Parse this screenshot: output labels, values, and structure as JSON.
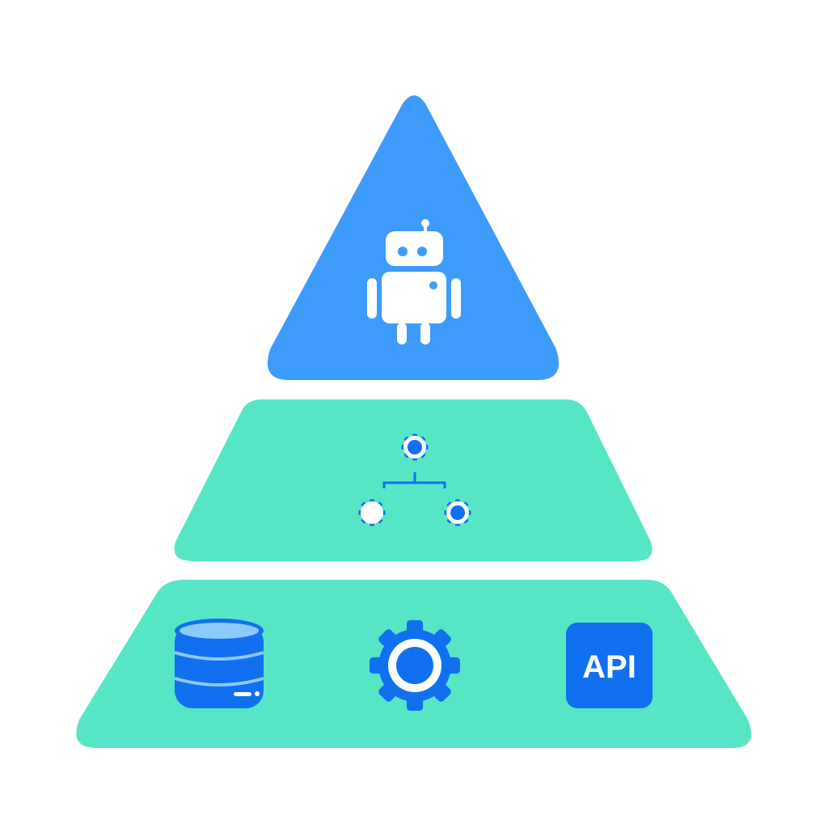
{
  "diagram": {
    "layers": [
      {
        "id": "top",
        "icons": [
          "robot-icon"
        ]
      },
      {
        "id": "middle",
        "icons": [
          "gear-network-icon"
        ]
      },
      {
        "id": "base",
        "icons": [
          "database-icon",
          "gear-icon",
          "api-icon"
        ]
      }
    ],
    "api_badge": {
      "text": "API"
    }
  },
  "colors": {
    "top_layer": "#3d9bfb",
    "lower_layers": "#56e6c6",
    "icon_blue": "#1170ef",
    "icon_white": "#ffffff",
    "database_light": "#8ec9fb"
  }
}
